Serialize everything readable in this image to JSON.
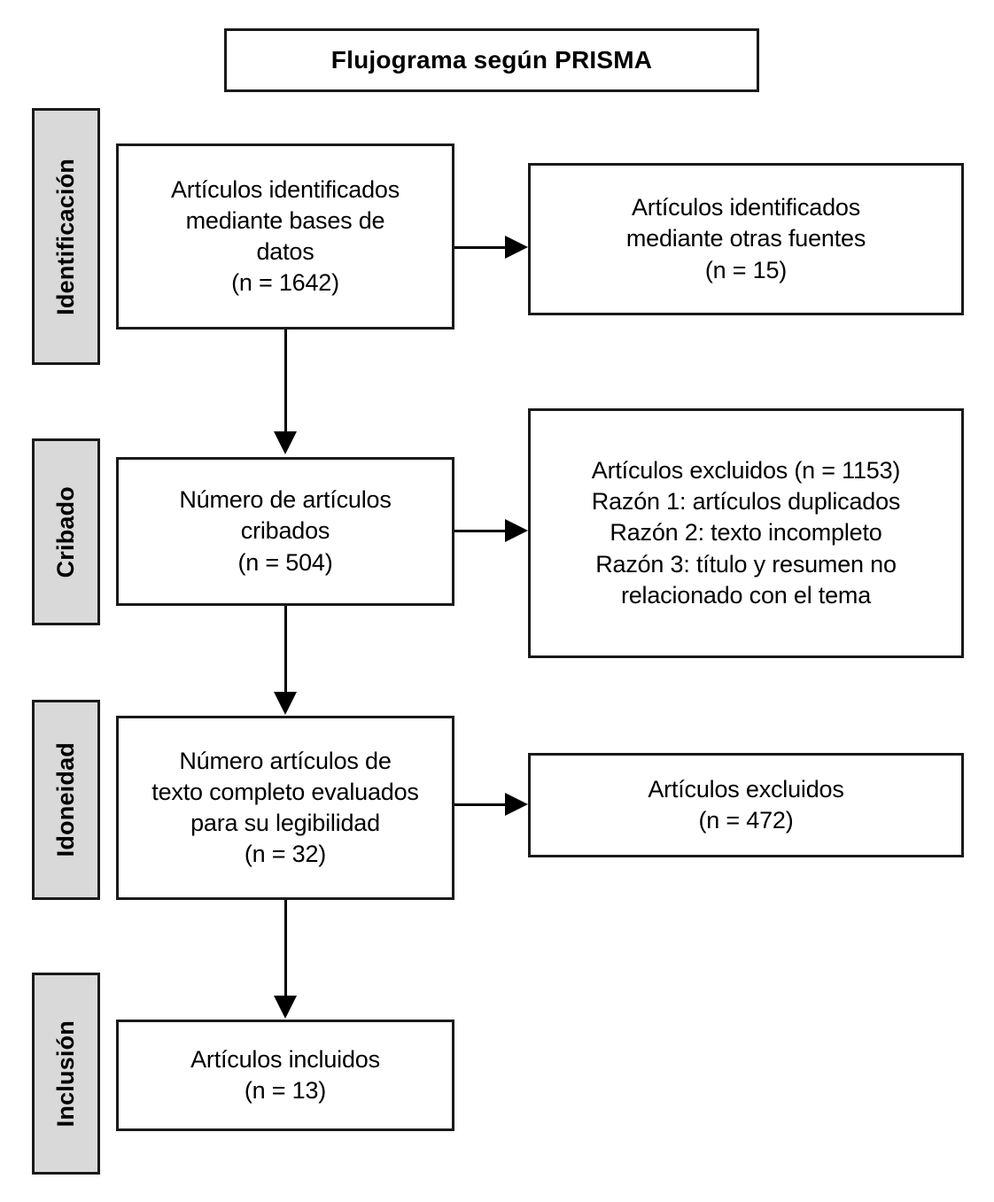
{
  "diagram": {
    "title": "Flujograma según PRISMA",
    "stages": [
      {
        "key": "identificacion",
        "label": "Identificación"
      },
      {
        "key": "cribado",
        "label": "Cribado"
      },
      {
        "key": "idoneidad",
        "label": "Idoneidad"
      },
      {
        "key": "inclusion",
        "label": "Inclusión"
      }
    ],
    "main_boxes": [
      {
        "key": "identified-databases",
        "lines": [
          "Artículos identificados",
          "mediante bases de",
          "datos",
          "(n = 1642)"
        ],
        "count": 1642
      },
      {
        "key": "screened",
        "lines": [
          "Número de artículos",
          "cribados",
          "(n = 504)"
        ],
        "count": 504
      },
      {
        "key": "full-text-assessed",
        "lines": [
          "Número artículos de",
          "texto completo evaluados",
          "para su legibilidad",
          "(n = 32)"
        ],
        "count": 32
      },
      {
        "key": "included",
        "lines": [
          "Artículos incluidos",
          "(n = 13)"
        ],
        "count": 13
      }
    ],
    "side_boxes": [
      {
        "key": "identified-other-sources",
        "lines": [
          "Artículos identificados",
          "mediante otras fuentes",
          "(n = 15)"
        ],
        "count": 15
      },
      {
        "key": "excluded-screening",
        "lines": [
          "Artículos excluidos (n = 1153)",
          "Razón 1: artículos duplicados",
          "Razón 2: texto incompleto",
          "Razón 3: título y resumen no",
          "relacionado con el tema"
        ],
        "count": 1153
      },
      {
        "key": "excluded-eligibility",
        "lines": [
          "Artículos excluidos",
          "(n = 472)"
        ],
        "count": 472
      }
    ],
    "colors": {
      "stroke": "#1a1a1a",
      "stage_fill": "#d9d9d9",
      "box_fill": "#ffffff",
      "text": "#000000"
    }
  }
}
